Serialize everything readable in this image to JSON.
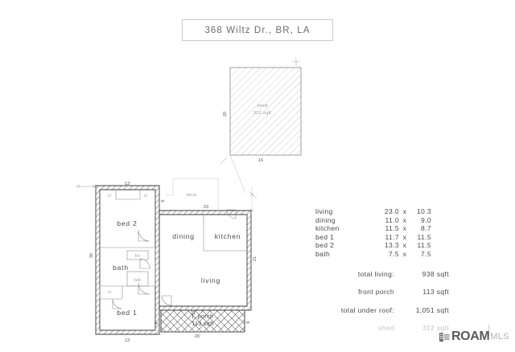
{
  "title": {
    "address": "368 Wiltz Dr., BR, LA"
  },
  "plan": {
    "rooms": [
      {
        "name": "bed 2"
      },
      {
        "name": "bath"
      },
      {
        "name": "bed 1"
      },
      {
        "name": "dining"
      },
      {
        "name": "kitchen"
      },
      {
        "name": "living"
      }
    ],
    "fixtures": [
      {
        "name": "cl"
      },
      {
        "name": "cl"
      },
      {
        "name": "lin"
      },
      {
        "name": "tub"
      },
      {
        "name": "cl"
      }
    ],
    "shed": {
      "label": "shed",
      "area": "312 sqft",
      "width_dim": "16",
      "height_dim": "20"
    },
    "deck": {
      "label": "deck",
      "dim": "23"
    },
    "porch": {
      "label": "f. porch",
      "area": "113 sqft",
      "width_dim": "20",
      "top_dim": "21",
      "side_dim": "6"
    },
    "dimensions": {
      "bed2_top": "13",
      "bed1_bottom": "13",
      "left_height": "35",
      "right_height": "21",
      "deck_side": "6"
    }
  },
  "table": {
    "rooms": [
      {
        "name": "living",
        "w": "23.0",
        "x": "x",
        "h": "10.3"
      },
      {
        "name": "dining",
        "w": "11.0",
        "x": "x",
        "h": "9.0"
      },
      {
        "name": "kitchen",
        "w": "11.5",
        "x": "x",
        "h": "8.7"
      },
      {
        "name": "bed 1",
        "w": "11.7",
        "x": "x",
        "h": "11.5"
      },
      {
        "name": "bed 2",
        "w": "13.3",
        "x": "x",
        "h": "11.5"
      },
      {
        "name": "bath",
        "w": "7.5",
        "x": "x",
        "h": "7.5"
      }
    ],
    "summary": [
      {
        "label": "total living:",
        "value": "938 sqft",
        "faded": false
      },
      {
        "label": "front porch",
        "value": "113 sqft",
        "faded": false
      },
      {
        "label": "total under roof:",
        "value": "1,051 sqft",
        "faded": false
      },
      {
        "label": "shed",
        "value": "312 sqft",
        "faded": true
      }
    ]
  },
  "logo": {
    "primary": "ROAM",
    "secondary": "MLS",
    "mark_icon": "grid-building-icon"
  }
}
